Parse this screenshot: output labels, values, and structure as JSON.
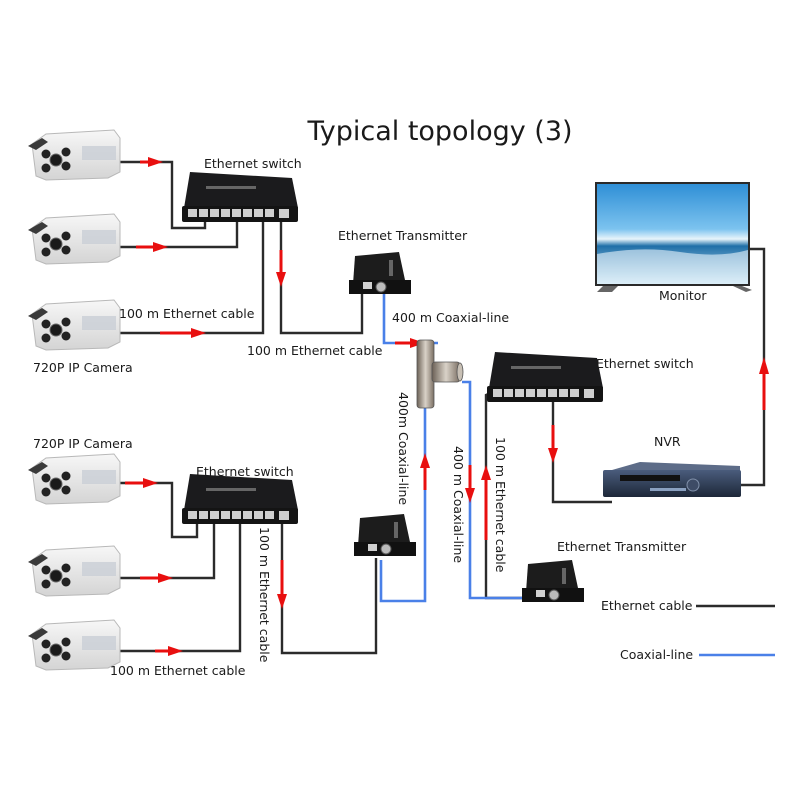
{
  "diagram": {
    "title": "Typical topology (3)",
    "colors": {
      "ethernet_cable": "#2b2b2b",
      "coaxial_line": "#4a80e8",
      "signal_arrow": "#e80f0f",
      "device_body": "#1b1b1d",
      "camera_body": "#e9e9e9",
      "nvr_body": "#2d3c55"
    },
    "devices": {
      "switch_top": "Ethernet switch",
      "switch_bottom": "Ethernet switch",
      "switch_right": "Ethernet switch",
      "transmitter_top": "Ethernet Transmitter",
      "transmitter_right": "Ethernet Transmitter",
      "camera_label_top": "720P IP Camera",
      "camera_label_bottom": "720P IP Camera",
      "monitor": "Monitor",
      "nvr": "NVR"
    },
    "cable_labels": {
      "top_camera_cable": "100 m Ethernet cable",
      "top_switch_to_tx": "100 m Ethernet cable",
      "top_coax": "400 m Coaxial-line",
      "left_coax_vertical": "400m Coaxial-line",
      "middle_coax_vertical": "400 m Coaxial-line",
      "right_eth_vertical": "100 m Ethernet cable",
      "bottom_switch_vertical": "100 m Ethernet cable",
      "bottom_camera_cable": "100 m Ethernet cable"
    },
    "legend": [
      {
        "label": "Ethernet cable",
        "type": "ethernet"
      },
      {
        "label": "Coaxial-line",
        "type": "coaxial"
      }
    ]
  }
}
